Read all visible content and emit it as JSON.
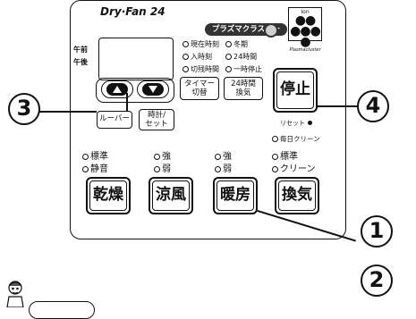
{
  "panel": {
    "brand": "Dry·Fan 24",
    "plasma_badge": "プラズマクラスター",
    "logo": {
      "ion": "Ion",
      "text": "Plasmacluster"
    },
    "am_label": "午前",
    "pm_label": "午後"
  },
  "indicators": {
    "col1": [
      "現在時刻",
      "入時刻",
      "切残時間"
    ],
    "col2": [
      "冬期",
      "24時間",
      "一時停止"
    ]
  },
  "buttons": {
    "up_arrow": "up-arrow",
    "down_arrow": "down-arrow",
    "timer": [
      "タイマー",
      "切替"
    ],
    "ventilation_24h": [
      "24時間",
      "換気"
    ],
    "stop": "停止",
    "reset_label": "リセット",
    "louver": "ルーバー",
    "clock_set": [
      "時計/",
      "セット"
    ]
  },
  "mode_labels": {
    "dry": [
      "標準",
      "静音"
    ],
    "cool": [
      "強",
      "弱"
    ],
    "heat": [
      "強",
      "弱"
    ],
    "vent": [
      "毎日クリーン",
      "標準",
      "クリーン"
    ]
  },
  "mode_buttons": {
    "dry": "乾燥",
    "cool": "涼風",
    "heat": "暖房",
    "vent": "換気"
  },
  "callouts": {
    "one": "1",
    "two": "2",
    "three": "3",
    "four": "4"
  }
}
